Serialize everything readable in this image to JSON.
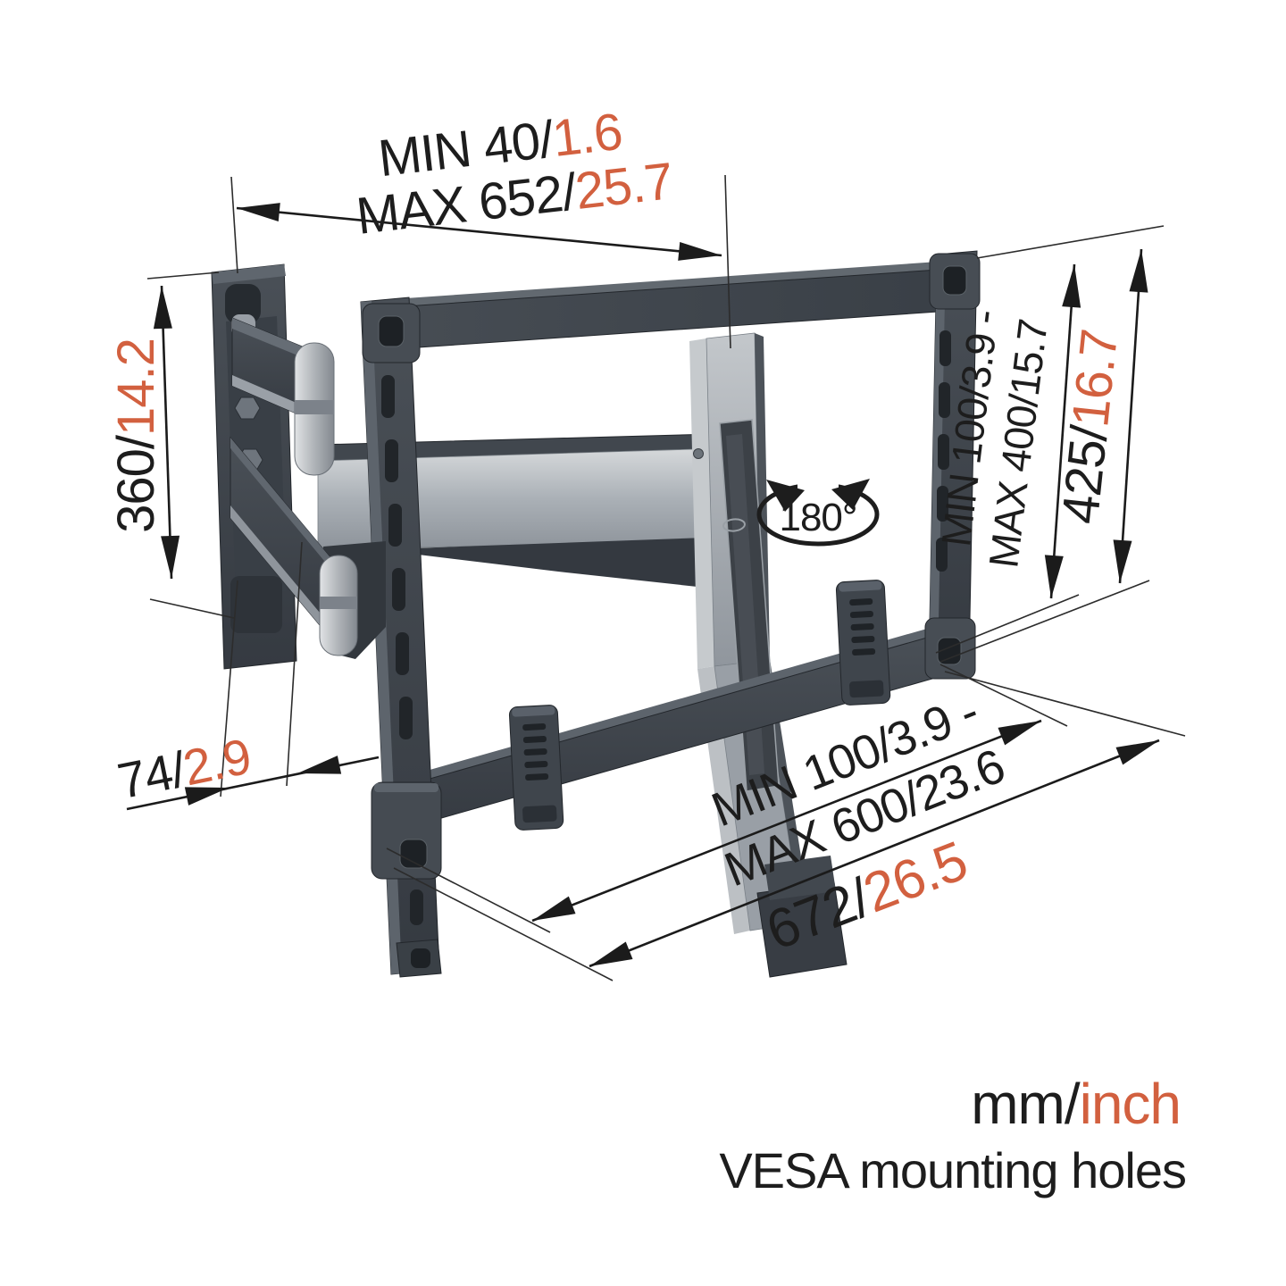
{
  "colors": {
    "ink": "#1D1D1D",
    "accent_inch": "#D2603F",
    "muted_gray": "#A5A6A8",
    "frame_dark": "#3E444B",
    "frame_silver": "#A9AEB4"
  },
  "labels": {
    "arm_extension": {
      "min_mm": "MIN 40/",
      "min_inch": "1.6",
      "max_mm": "MAX 652/",
      "max_inch": "25.7"
    },
    "wall_plate_height": {
      "mm": "360/",
      "inch": "14.2"
    },
    "wall_plate_depth": {
      "mm": "74/",
      "inch": "2.9"
    },
    "vesa_vertical": {
      "min": "MIN 100/3.9 -",
      "max": "MAX 400/15.7"
    },
    "bracket_height": {
      "mm": "425/",
      "inch": "16.7"
    },
    "vesa_horizontal": {
      "min": "MIN 100/3.9 -",
      "max": "MAX 600/23.6"
    },
    "bracket_width": {
      "mm": "672/",
      "inch": "26.5"
    },
    "swivel_angle": "180°",
    "units": {
      "mm": "mm/",
      "inch": "inch"
    },
    "footnote": "VESA mounting holes"
  }
}
